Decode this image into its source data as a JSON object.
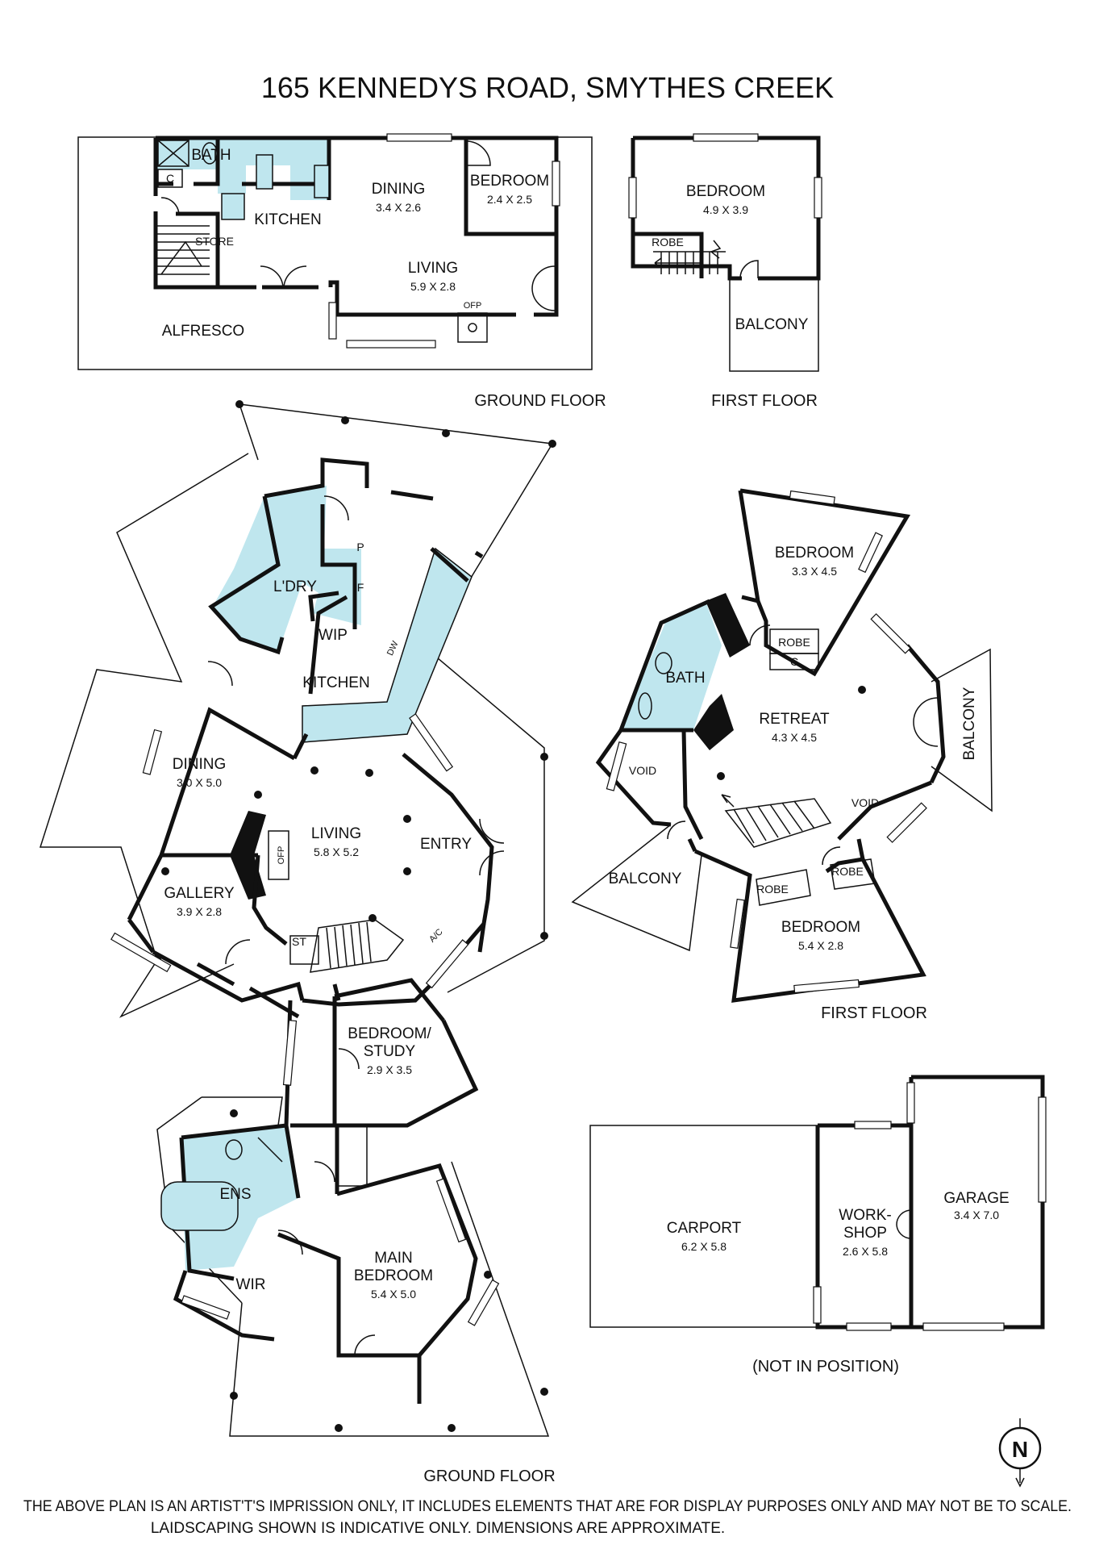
{
  "title": "165 KENNEDYS ROAD, SMYTHES CREEK",
  "cottage": {
    "ground_label": "GROUND FLOOR",
    "first_label": "FIRST FLOOR",
    "rooms": {
      "bath": "BATH",
      "c": "C",
      "kitchen": "KITCHEN",
      "store": "STORE",
      "dining": "DINING",
      "dining_dim": "3.4 X 2.6",
      "bedroom": "BEDROOM",
      "bedroom_dim": "2.4 X 2.5",
      "living": "LIVING",
      "living_dim": "5.9 X 2.8",
      "ofp": "OFP",
      "alfresco": "ALFRESCO",
      "upper_bedroom": "BEDROOM",
      "upper_bedroom_dim": "4.9 X 3.9",
      "robe": "ROBE",
      "balcony": "BALCONY"
    }
  },
  "main_ground": {
    "label": "GROUND FLOOR",
    "rooms": {
      "ldry": "L'DRY",
      "p": "P",
      "f": "F",
      "wip": "WIP",
      "dw": "DW",
      "kitchen": "KITCHEN",
      "dining": "DINING",
      "dining_dim": "3.0 X 5.0",
      "living": "LIVING",
      "living_dim": "5.8 X 5.2",
      "ofp": "OFP",
      "entry": "ENTRY",
      "gallery": "GALLERY",
      "gallery_dim": "3.9 X 2.8",
      "st": "ST",
      "ac": "A/C",
      "bedroom_study": "BEDROOM/",
      "bedroom_study_2": "STUDY",
      "bedroom_study_dim": "2.9 X 3.5",
      "ens": "ENS",
      "wir": "WIR",
      "main_bedroom": "MAIN",
      "main_bedroom_2": "BEDROOM",
      "main_bedroom_dim": "5.4 X 5.0"
    }
  },
  "main_first": {
    "label": "FIRST FLOOR",
    "rooms": {
      "bedroom1": "BEDROOM",
      "bedroom1_dim": "3.3 X 4.5",
      "robe": "ROBE",
      "c": "C",
      "bath": "BATH",
      "retreat": "RETREAT",
      "retreat_dim": "4.3 X 4.5",
      "balcony_right": "BALCONY",
      "void1": "VOID",
      "void2": "VOID",
      "balcony_left": "BALCONY",
      "robe2": "ROBE",
      "robe3": "ROBE",
      "bedroom2": "BEDROOM",
      "bedroom2_dim": "5.4 X 2.8"
    }
  },
  "sheds": {
    "carport": "CARPORT",
    "carport_dim": "6.2 X 5.8",
    "workshop": "WORK-",
    "workshop_2": "SHOP",
    "workshop_dim": "2.6 X 5.8",
    "garage": "GARAGE",
    "garage_dim": "3.4 X 7.0",
    "note": "(NOT IN POSITION)"
  },
  "north": "N",
  "disclaimer": {
    "line1": "THE ABOVE PLAN IS AN ARTIST'T'S IMPRISSION ONLY, IT INCLUDES ELEMENTS THAT ARE FOR DISPLAY PURPOSES ONLY AND MAY NOT BE TO SCALE.",
    "line2": "LAIDSCAPING SHOWN IS INDICATIVE ONLY. DIMENSIONS ARE APPROXIMATE."
  },
  "colors": {
    "wet_area": "#bfe6ee",
    "line": "#111111"
  }
}
